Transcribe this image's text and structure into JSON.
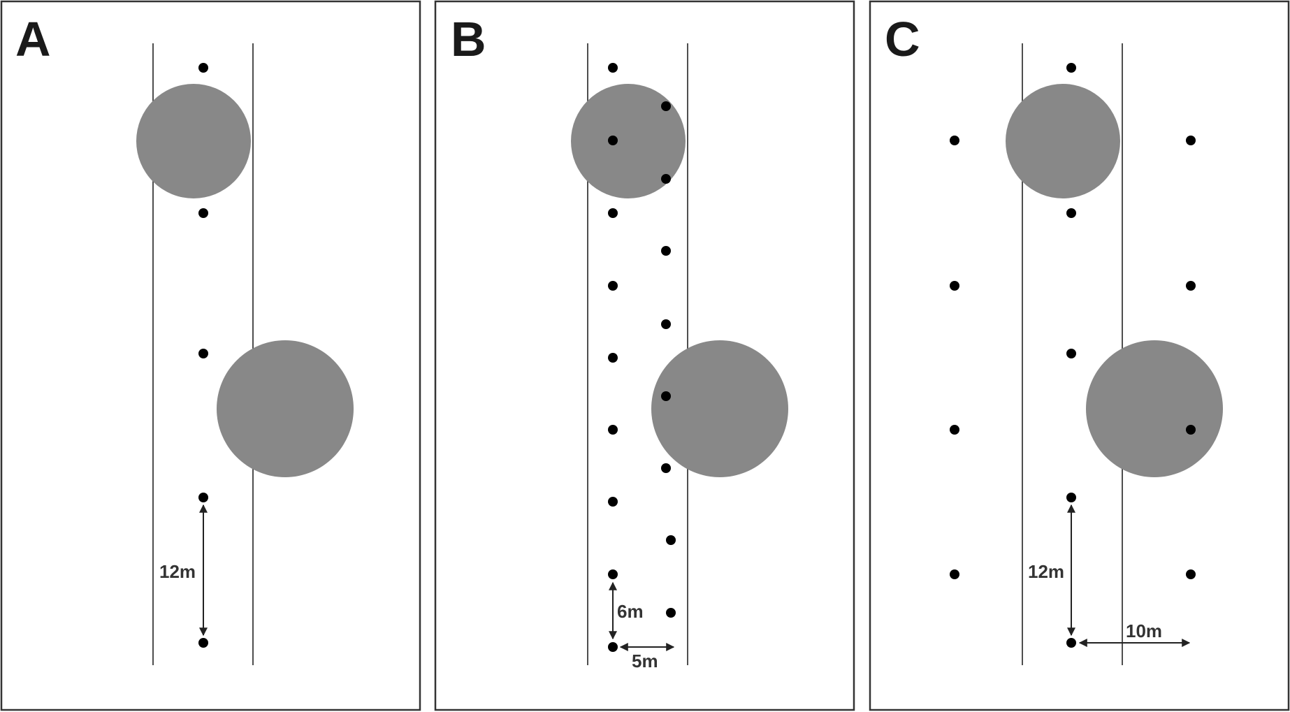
{
  "colors": {
    "frame": "#333333",
    "transect": "#222222",
    "sample_area": "#888888",
    "sample_point": "#000000",
    "background": "#ffffff"
  },
  "panels": [
    {
      "label": "A",
      "dimensions": [
        {
          "label": "12m"
        }
      ]
    },
    {
      "label": "B",
      "dimensions": [
        {
          "label": "6m"
        },
        {
          "label": "5m"
        }
      ]
    },
    {
      "label": "C",
      "dimensions": [
        {
          "label": "12m"
        },
        {
          "label": "10m"
        }
      ]
    }
  ]
}
